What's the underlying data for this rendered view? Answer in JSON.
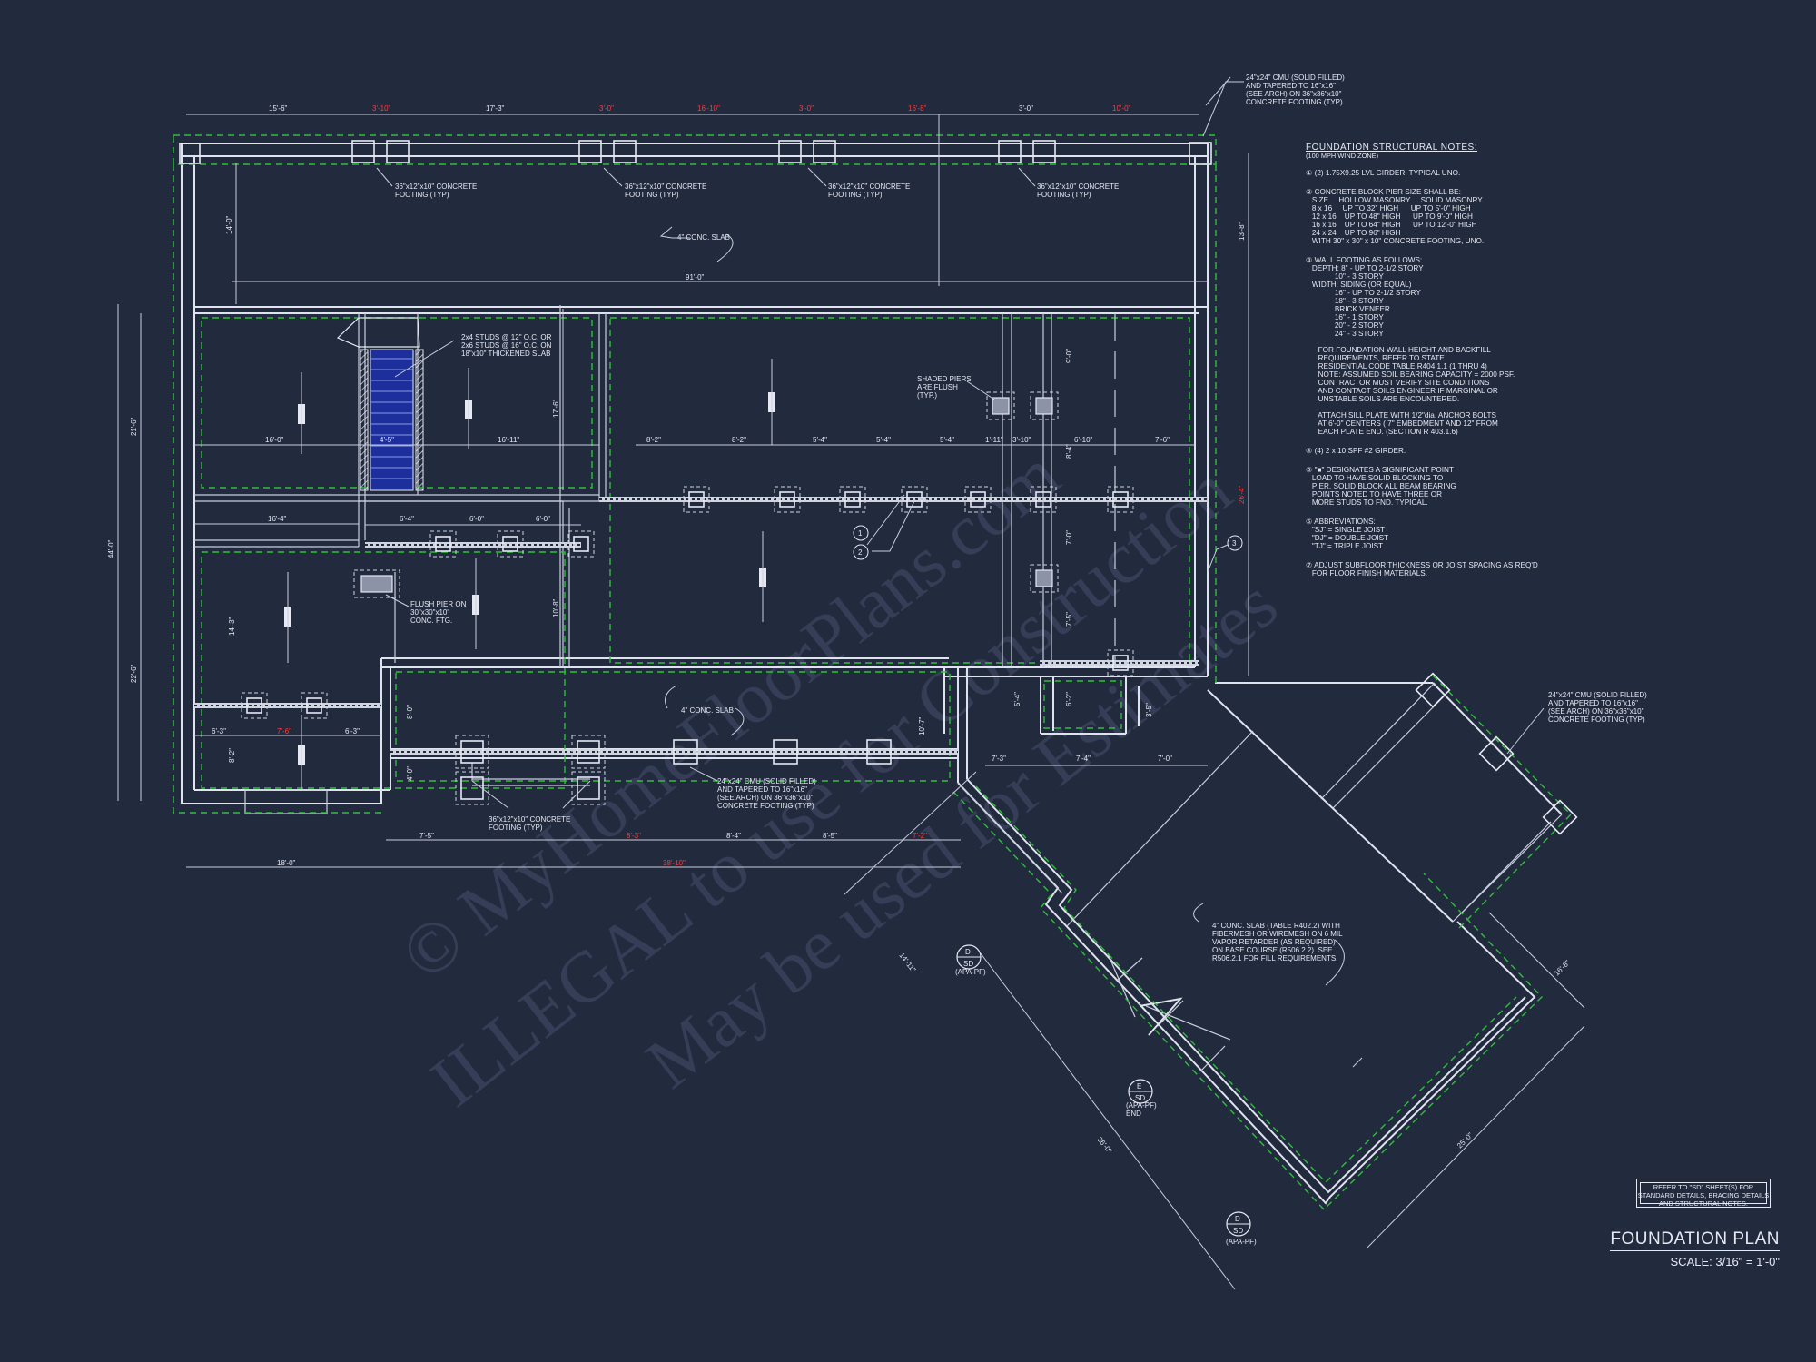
{
  "watermark": {
    "line1": "© MyHomeFloorPlans.com",
    "line2": "ILLEGAL to use for Construction",
    "line3": "May be used for Estimates"
  },
  "notes": {
    "heading": "FOUNDATION STRUCTURAL NOTES:",
    "subheading": "(100 MPH WIND ZONE)",
    "items": [
      "(2) 1.75X9.25 LVL GIRDER, TYPICAL UNO.",
      "CONCRETE BLOCK PIER SIZE SHALL BE:\n   SIZE     HOLLOW MASONRY     SOLID MASONRY\n   8 x 16     UP TO 32\" HIGH      UP TO 5'-0\" HIGH\n   12 x 16    UP TO 48\" HIGH      UP TO 9'-0\" HIGH\n   16 x 16    UP TO 64\" HIGH      UP TO 12'-0\" HIGH\n   24 x 24    UP TO 96\" HIGH\n   WITH 30\" x 30\" x 10\" CONCRETE FOOTING, UNO.",
      "WALL FOOTING AS FOLLOWS:\n   DEPTH: 8\" - UP TO 2-1/2 STORY\n              10\" - 3 STORY\n   WIDTH: SIDING (OR EQUAL)\n              16\" - UP TO 2-1/2 STORY\n              18\" - 3 STORY\n              BRICK VENEER\n              16\" - 1 STORY\n              20\" - 2 STORY\n              24\" - 3 STORY\n\n      FOR FOUNDATION WALL HEIGHT AND BACKFILL\n      REQUIREMENTS, REFER TO STATE\n      RESIDENTIAL CODE TABLE R404.1.1 (1 THRU 4)\n      NOTE: ASSUMED SOIL BEARING CAPACITY = 2000 PSF.\n      CONTRACTOR MUST VERIFY SITE CONDITIONS\n      AND CONTACT SOILS ENGINEER IF MARGINAL OR\n      UNSTABLE SOILS ARE ENCOUNTERED.\n\n      ATTACH SILL PLATE WITH 1/2\"dia. ANCHOR BOLTS\n      AT 6'-0\" CENTERS ( 7\" EMBEDMENT AND 12\" FROM\n      EACH PLATE END. (SECTION R 403.1.6)",
      "(4) 2 x 10 SPF #2 GIRDER.",
      "\"■\" DESIGNATES A SIGNIFICANT POINT\n   LOAD TO HAVE SOLID BLOCKING TO\n   PIER. SOLID BLOCK ALL BEAM BEARING\n   POINTS NOTED TO HAVE THREE OR\n   MORE STUDS TO FND. TYPICAL.",
      "ABBREVIATIONS:\n   \"SJ\" = SINGLE JOIST\n   \"DJ\" = DOUBLE JOIST\n   \"TJ\" = TRIPLE JOIST",
      "ADJUST SUBFLOOR THICKNESS OR JOIST SPACING AS REQ'D\n   FOR FLOOR FINISH MATERIALS."
    ]
  },
  "reference_box": "REFER TO \"SD\" SHEET(S) FOR STANDARD DETAILS, BRACING DETAILS AND STRUCTURAL NOTES.",
  "title": {
    "main": "FOUNDATION PLAN",
    "scale": "SCALE: 3/16\" = 1'-0\""
  },
  "labels": {
    "cmu_top": "24\"x24\" CMU (SOLID FILLED)\nAND TAPERED TO 16\"x16\"\n(SEE ARCH) ON 36\"x36\"x10\"\nCONCRETE FOOTING (TYP)",
    "cmu_right": "24\"x24\" CMU (SOLID FILLED)\nAND TAPERED TO 16\"x16\"\n(SEE ARCH) ON 36\"x36\"x10\"\nCONCRETE FOOTING (TYP)",
    "cmu_mid": "24\"x24\" CMU (SOLID FILLED)\nAND TAPERED TO 16\"x16\"\n(SEE ARCH) ON 36\"x36\"x10\"\nCONCRETE FOOTING (TYP)",
    "footing": "36\"x12\"x10\" CONCRETE\nFOOTING (TYP)",
    "conc_slab": "4\" CONC. SLAB",
    "studs": "2x4 STUDS @ 12\" O.C. OR\n2x6 STUDS @ 16\" O.C. ON\n18\"x10\" THICKENED SLAB",
    "shaded": "SHADED PIERS\nARE FLUSH\n(TYP.)",
    "flush_pier": "FLUSH PIER ON\n30\"x30\"x10\"\nCONC. FTG.",
    "porch_slab": "4\" CONC. SLAB (TABLE R402.2) WITH\nFIBERMESH OR WIREMESH ON 6 MIL\nVAPOR RETARDER (AS REQUIRED)\nON BASE COURSE (R506.2.2). SEE\nR506.2.1 FOR FILL REQUIREMENTS.",
    "apa_d": "(APA-PF)",
    "apa_e": "(APA-PF)\nEND"
  },
  "dimensions_top": [
    "15'-6\"",
    "3'-10\"",
    "17'-3\"",
    "3'-0\"",
    "16'-10\"",
    "3'-0\"",
    "16'-8\"",
    "3'-0\"",
    "10'-0\""
  ],
  "dimensions_top_red": [
    false,
    true,
    false,
    true,
    true,
    true,
    true,
    false,
    true
  ],
  "dimensions_misc": {
    "overall_width": "91'-0\"",
    "left_44": "44'-0\"",
    "left_21": "21'-6\"",
    "left_22": "22'-6\"",
    "right_13": "13'-8\"",
    "right_red": "26'-4\"",
    "bottom_18": "18'-0\"",
    "bottom_red": "38'-10\"",
    "porch_14": "14'-11\"",
    "porch_16": "16'-8\"",
    "porch_25": "25'-0\"",
    "porch_36": "36'-0\""
  },
  "callouts": [
    "1",
    "2",
    "3"
  ],
  "details": [
    {
      "letter": "D",
      "num": "SD"
    },
    {
      "letter": "E",
      "num": "SD"
    },
    {
      "letter": "D",
      "num": "SD"
    }
  ]
}
